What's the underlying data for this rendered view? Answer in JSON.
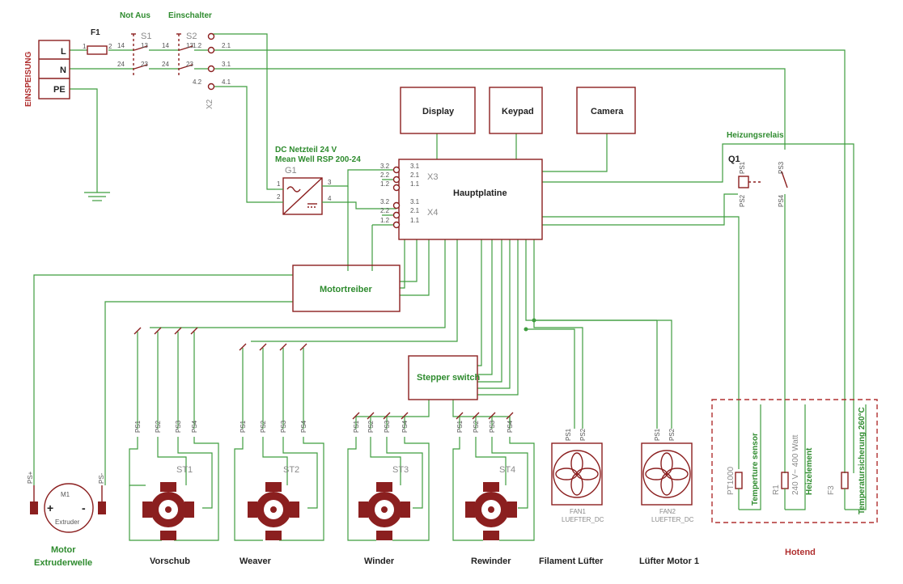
{
  "labels": {
    "f1": "F1",
    "not_aus": "Not Aus",
    "einschalter": "Einschalter",
    "s1": "S1",
    "s2": "S2",
    "einspeisung": "EINSPEISUNG",
    "l": "L",
    "n": "N",
    "pe": "PE",
    "x2": "X2",
    "psu_line1": "DC Netzteil 24 V",
    "psu_line2": "Mean Well RSP 200-24",
    "g1": "G1",
    "display": "Display",
    "keypad": "Keypad",
    "camera": "Camera",
    "hauptplatine": "Hauptplatine",
    "x3": "X3",
    "x4": "X4",
    "heizungsrelais": "Heizungsrelais",
    "q1": "Q1",
    "motortreiber": "Motortreiber",
    "stepper_switch": "Stepper switch",
    "st1": "ST1",
    "st2": "ST2",
    "st3": "ST3",
    "st4": "ST4",
    "vorschub": "Vorschub",
    "weaver": "Weaver",
    "winder": "Winder",
    "rewinder": "Rewinder",
    "m1": "M1",
    "extruder": "Extruder",
    "motor_line1": "Motor",
    "motor_line2": "Extruderwelle",
    "fan1": "FAN1",
    "fan1_type": "LUEFTER_DC",
    "fan1_caption": "Filament Lüfter",
    "fan2": "FAN2",
    "fan2_type": "LUEFTER_DC",
    "fan2_caption": "Lüfter  Motor 1",
    "pt1000": "PT1000",
    "temp_sensor": "Temperture sensor",
    "r1": "R1",
    "r1_value": "240 V~  400 Watt",
    "heizelement": "Heizelement",
    "f3": "F3",
    "temp_fuse": "Temperatursicherung 260°C",
    "hotend": "Hotend"
  },
  "pins": {
    "ps1": "PS1",
    "ps2": "PS2",
    "ps3": "PS3",
    "ps4": "PS4",
    "psplus": "PS+",
    "psminus": "PS-",
    "n1": "1",
    "n2": "2",
    "n3": "3",
    "n4": "4",
    "n13": "13",
    "n14": "14",
    "n23": "23",
    "n24": "24",
    "p12": "1.2",
    "p21": "2.1",
    "p22": "2.2",
    "p31": "3.1",
    "p32": "3.2",
    "p11": "1.1",
    "p41": "4.1",
    "p42": "4.2"
  },
  "colors": {
    "wire": "#3f9d3f",
    "component": "#8b1f1f",
    "label_green": "#2e8b2e",
    "label_red": "#b03030",
    "ref_gray": "#8a8a8a"
  }
}
